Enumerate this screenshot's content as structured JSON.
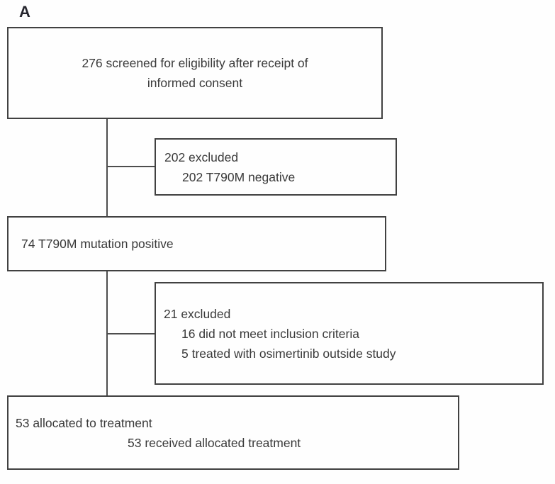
{
  "panel": {
    "label": "A"
  },
  "colors": {
    "background": "#fefefe",
    "box_border": "#414141",
    "connector": "#4d4d4d",
    "text": "#3a3a3a",
    "panel_label_text": "#26262e"
  },
  "boxes": {
    "screened": {
      "line1": "276 screened for eligibility after receipt of",
      "line2": "informed consent"
    },
    "excluded_t790m": {
      "line1": "202 excluded",
      "line2": "202 T790M negative"
    },
    "t790m_positive": {
      "line1": "74 T790M mutation positive"
    },
    "excluded_21": {
      "line1": "21 excluded",
      "line2": "16 did not meet inclusion criteria",
      "line3": "5 treated with osimertinib outside study"
    },
    "allocated": {
      "line1": "53 allocated to treatment",
      "line2": "53 received allocated treatment"
    }
  }
}
